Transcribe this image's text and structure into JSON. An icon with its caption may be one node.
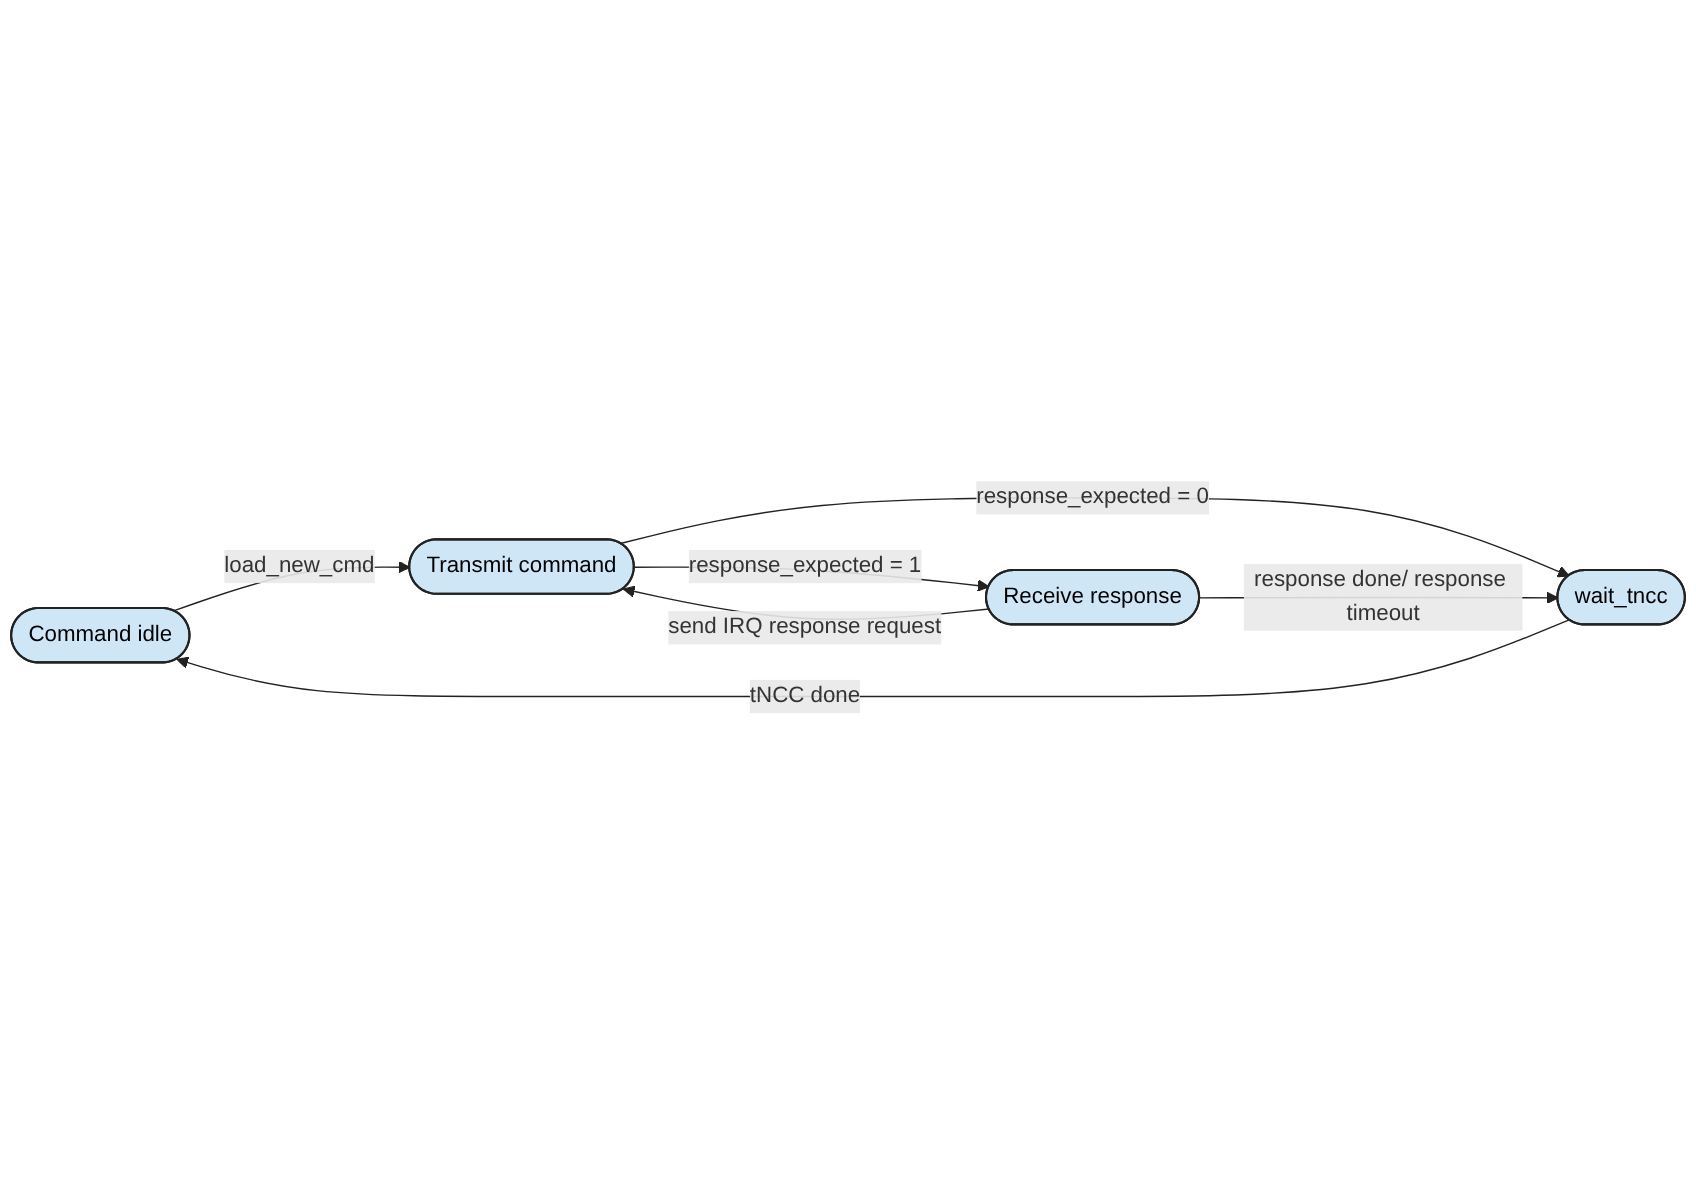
{
  "diagram": {
    "nodes": [
      {
        "text": [
          "Command idle"
        ]
      },
      {
        "text": [
          "Transmit command"
        ]
      },
      {
        "text": [
          "wait_tncc"
        ]
      },
      {
        "text": [
          "Receive response"
        ]
      }
    ],
    "edges": [
      {
        "from": 0,
        "to": 1,
        "arrow": "to",
        "label": "load_new_cmd"
      },
      {
        "from": 1,
        "to": 2,
        "arrow": "to",
        "label": "response_expected = 0"
      },
      {
        "from": 1,
        "to": 3,
        "arrow": "to",
        "label": "response_expected = 1"
      },
      {
        "from": 3,
        "to": 1,
        "arrow": "to",
        "label": "send IRQ response request"
      },
      {
        "from": 3,
        "to": 2,
        "arrow": "to",
        "label": "response done/ response timeout"
      },
      {
        "from": 2,
        "to": 0,
        "arrow": "to",
        "label": "tNCC done"
      }
    ]
  }
}
